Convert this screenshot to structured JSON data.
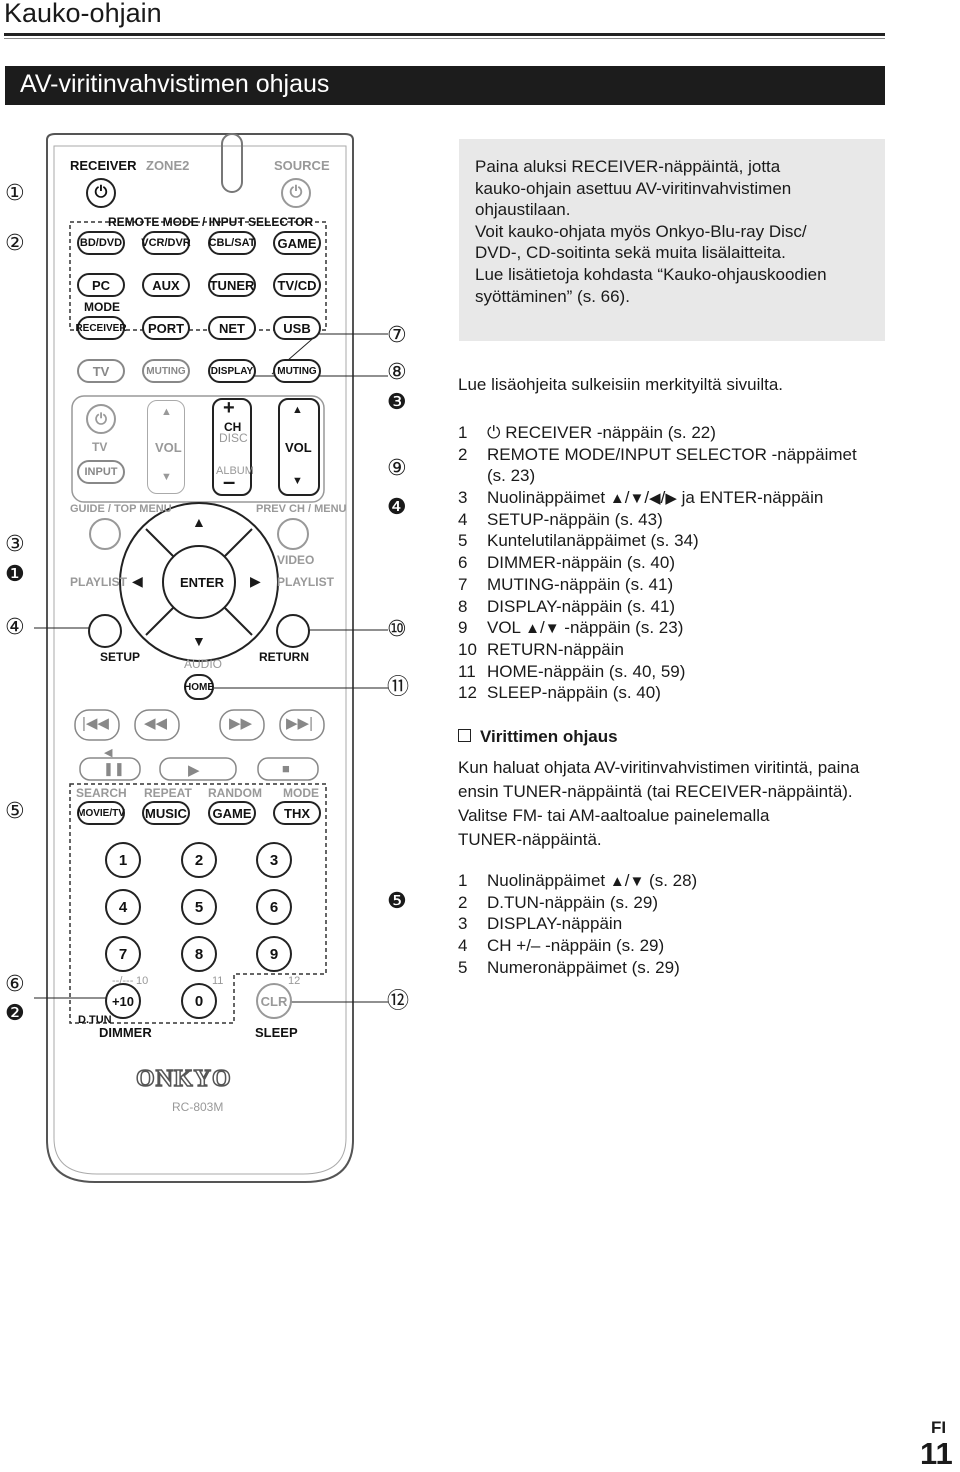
{
  "header": {
    "page_title": "Kauko-ohjain",
    "section_title": "AV-viritinvahvistimen ohjaus"
  },
  "note_box": {
    "lines": [
      "Paina aluksi RECEIVER-näppäintä, jotta",
      "kauko-ohjain asettuu AV-viritinvahvistimen",
      "ohjaustilaan.",
      "Voit kauko-ohjata myös Onkyo-Blu-ray Disc/",
      "DVD-, CD-soitinta sekä muita lisälaitteita.",
      "Lue lisätietoja kohdasta “Kauko-ohjauskoodien",
      "syöttäminen” (s. 66)."
    ]
  },
  "intro": "Lue lisäohjeita sulkeisiin merkityiltä sivuilta.",
  "receiver_list": {
    "items": [
      {
        "num": "1",
        "text": "RECEIVER -näppäin (s. 22)"
      },
      {
        "num": "2",
        "text": "REMOTE MODE/INPUT SELECTOR -näppäimet"
      },
      {
        "num": "",
        "text": "(s. 23)"
      },
      {
        "num": "3",
        "pre": "Nuolinäppäimet ",
        "text": " ja ENTER-näppäin"
      },
      {
        "num": "4",
        "text": "SETUP-näppäin (s. 43)"
      },
      {
        "num": "5",
        "text": "Kuntelutilanäppäimet (s. 34)"
      },
      {
        "num": "6",
        "text": "DIMMER-näppäin (s. 40)"
      },
      {
        "num": "7",
        "text": "MUTING-näppäin (s. 41)"
      },
      {
        "num": "8",
        "text": "DISPLAY-näppäin (s. 41)"
      },
      {
        "num": "9",
        "pre": "VOL ",
        "text": " -näppäin (s. 23)"
      },
      {
        "num": "10",
        "text": "RETURN-näppäin"
      },
      {
        "num": "11",
        "text": "HOME-näppäin (s. 40, 59)"
      },
      {
        "num": "12",
        "text": "SLEEP-näppäin (s. 40)"
      }
    ]
  },
  "tuner_section": {
    "heading": "Virittimen ohjaus",
    "paragraph": [
      "Kun haluat ohjata AV-viritinvahvistimen viritintä, paina",
      "ensin TUNER-näppäintä (tai RECEIVER-näppäintä).",
      "Valitse FM- tai AM-aaltoalue painelemalla",
      "TUNER-näppäintä."
    ],
    "items": [
      {
        "num": "1",
        "pre": "Nuolinäppäimet ",
        "text": " (s. 28)"
      },
      {
        "num": "2",
        "text": "D.TUN-näppäin (s. 29)"
      },
      {
        "num": "3",
        "text": "DISPLAY-näppäin"
      },
      {
        "num": "4",
        "text": "CH +/– -näppäin (s. 29)"
      },
      {
        "num": "5",
        "text": "Numeronäppäimet (s. 29)"
      }
    ]
  },
  "footer": {
    "lang": "FI",
    "page": "11"
  },
  "callouts": {
    "left": [
      "①",
      "②",
      "③",
      "❶",
      "④",
      "⑤",
      "⑥",
      "❷"
    ],
    "right": [
      "⑦",
      "⑧",
      "❸",
      "⑨",
      "❹",
      "⑩",
      "⑪",
      "❺",
      "⑫"
    ]
  },
  "remote": {
    "top_labels": {
      "receiver": "RECEIVER",
      "zone2": "ZONE2",
      "source": "SOURCE"
    },
    "remote_mode_label": "REMOTE MODE / INPUT SELECTOR",
    "mode_label": "MODE",
    "row1": [
      "BD/DVD",
      "VCR/DVR",
      "CBL/SAT",
      "GAME"
    ],
    "row2": [
      "PC",
      "AUX",
      "TUNER",
      "TV/CD"
    ],
    "row3": [
      "RECEIVER",
      "PORT",
      "NET",
      "USB"
    ],
    "row4": [
      "TV",
      "MUTING",
      "DISPLAY",
      "MUTING"
    ],
    "tv_label": "TV",
    "input_label": "INPUT",
    "vol_label_left": "VOL",
    "vol_label_right": "VOL",
    "ch_label": "CH",
    "disc_label": "DISC",
    "album_label": "ALBUM",
    "plus": "+",
    "minus": "–",
    "guide_label": "GUIDE / TOP MENU",
    "prev_ch_label": "PREV CH / MENU",
    "video_label": "VIDEO",
    "playlist_left": "PLAYLIST",
    "playlist_right": "PLAYLIST",
    "enter_label": "ENTER",
    "setup_label": "SETUP",
    "return_label": "RETURN",
    "audio_label": "AUDIO",
    "home_label": "HOME",
    "mode_labels": [
      "SEARCH",
      "REPEAT",
      "RANDOM",
      "MODE"
    ],
    "mode_buttons": [
      "MOVIE/TV",
      "MUSIC",
      "GAME",
      "THX"
    ],
    "digits": [
      "1",
      "2",
      "3",
      "4",
      "5",
      "6",
      "7",
      "8",
      "9",
      "+10",
      "0",
      "CLR"
    ],
    "small_labels": [
      "--/---",
      "10",
      "11",
      "12"
    ],
    "dtun_label": "D.TUN",
    "dimmer_label": "DIMMER",
    "sleep_label": "SLEEP",
    "brand": "ONKYO",
    "model": "RC-803M"
  }
}
